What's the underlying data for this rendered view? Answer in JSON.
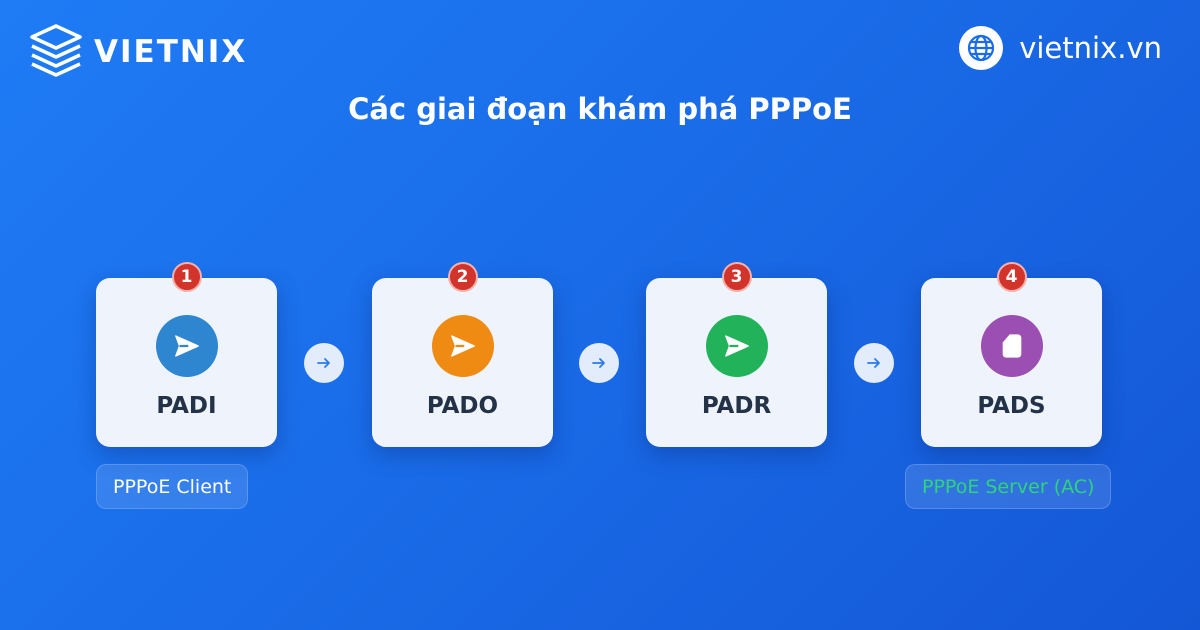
{
  "brand": {
    "name": "VIETNIX",
    "website": "vietnix.vn",
    "logo_icon": "stacked-layers-icon",
    "website_icon": "globe-icon"
  },
  "title": "Các giai đoạn khám phá PPPoE",
  "steps": [
    {
      "number": "1",
      "label": "PADI",
      "icon": "paper-plane-icon",
      "color": "#2f86d0"
    },
    {
      "number": "2",
      "label": "PADO",
      "icon": "paper-plane-icon",
      "color": "#ef8a12"
    },
    {
      "number": "3",
      "label": "PADR",
      "icon": "paper-plane-icon",
      "color": "#22b35a"
    },
    {
      "number": "4",
      "label": "PADS",
      "icon": "clipboard-icon",
      "color": "#9b4fb3"
    }
  ],
  "connector_icon": "arrow-right-icon",
  "roles": {
    "client": "PPPoE Client",
    "server": "PPPoE Server (AC)"
  },
  "colors": {
    "background": "#1f7cf5",
    "badge": "#d2342b",
    "server_text": "#2ed47a"
  }
}
